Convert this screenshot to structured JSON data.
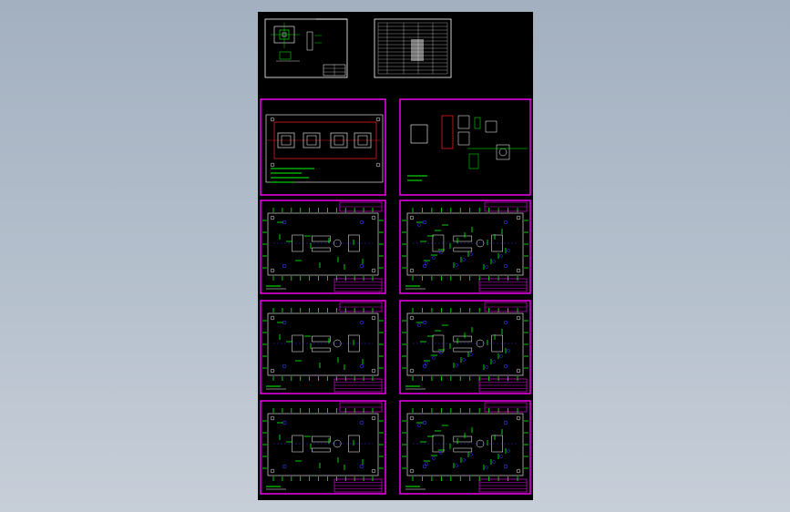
{
  "drawing": {
    "background_color": "#000000",
    "viewport_color": "#b2bdca",
    "frame_color": "#ff00ff",
    "line_color": "#00ff00",
    "outline_color": "#ffffff",
    "hole_color": "#3a3aff",
    "accent_color": "#ff2020",
    "sheets": [
      {
        "id": "assembly-drawing",
        "type": "assembly"
      },
      {
        "id": "bill-of-materials",
        "type": "table"
      },
      {
        "id": "strip-layout",
        "type": "strip"
      },
      {
        "id": "punch-parts",
        "type": "parts"
      },
      {
        "id": "upper-die-plate",
        "type": "plate"
      },
      {
        "id": "lower-die-plate",
        "type": "plate"
      },
      {
        "id": "punch-holder-plate",
        "type": "plate"
      },
      {
        "id": "stripper-plate",
        "type": "plate"
      },
      {
        "id": "die-set-plate-a",
        "type": "plate"
      },
      {
        "id": "die-set-plate-b",
        "type": "plate"
      }
    ]
  }
}
